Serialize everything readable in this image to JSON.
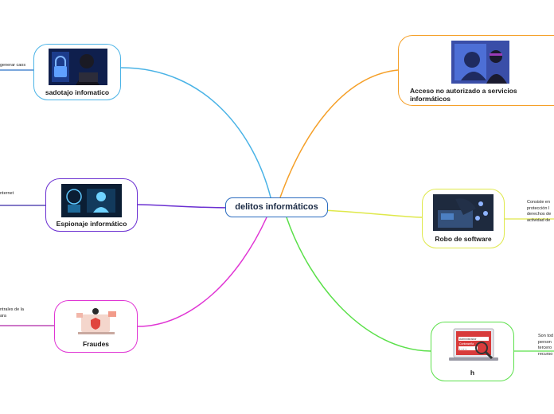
{
  "center": {
    "title": "delitos informáticos"
  },
  "nodes": [
    {
      "id": "sabotaje",
      "label": "sadotajo infomatico",
      "color": "#4ab3e6"
    },
    {
      "id": "espionaje",
      "label": "Espionaje informático",
      "color": "#6a2fd1"
    },
    {
      "id": "fraudes",
      "label": "Fraudes",
      "color": "#e035d4"
    },
    {
      "id": "acceso",
      "label": "Acceso no autorizado a servicios informáticos",
      "color": "#f5a029"
    },
    {
      "id": "robo",
      "label": "Robo de software",
      "color": "#dfe84a"
    },
    {
      "id": "h",
      "label": "h",
      "color": "#5be04a"
    }
  ],
  "side_notes": {
    "sabotaje": "generar caos",
    "espionaje": "nternet",
    "fraudes": [
      "ntrales de la",
      "ara"
    ],
    "robo": [
      "Consiste en",
      "protección l",
      "derechos de",
      "actividad de"
    ],
    "h": [
      "Son tod",
      "person",
      "tercero",
      "recurso"
    ]
  },
  "image_text": {
    "admin": "Administrador",
    "contrasena": "Contraseña"
  }
}
